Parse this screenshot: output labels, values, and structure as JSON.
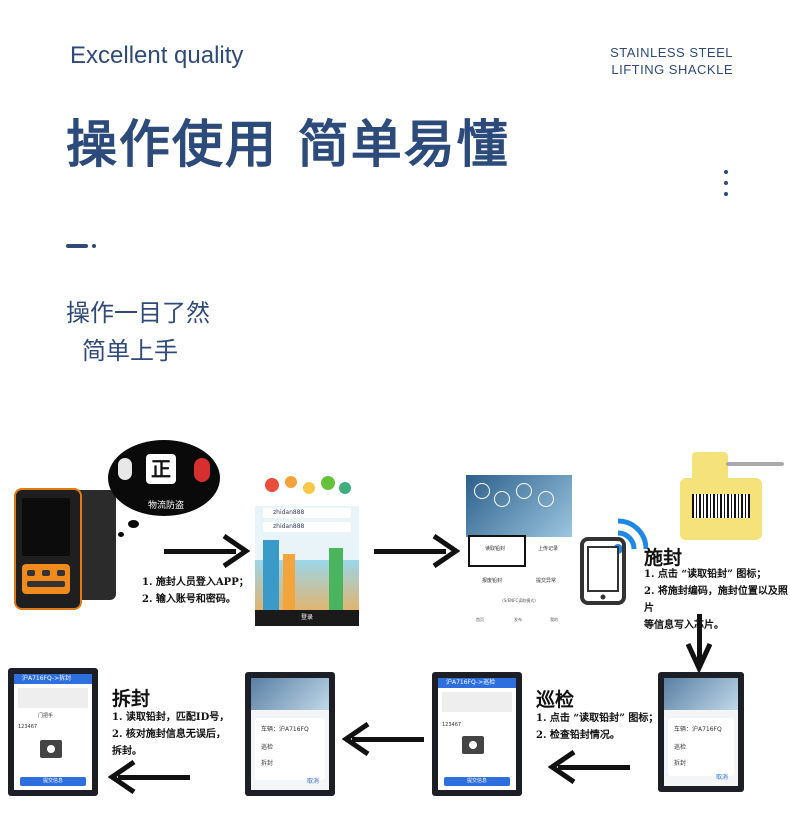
{
  "header": {
    "en_title": "Excellent quality",
    "tag_line1": "STAINLESS STEEL",
    "tag_line2": "LIFTING SHACKLE",
    "cn_title": "操作使用  简单易懂",
    "sub1": "操作一目了然",
    "sub2": "简单上手"
  },
  "bubble": {
    "label": "物流防盗",
    "logo_text": "正"
  },
  "login_screen": {
    "username": "zhidan888",
    "password": "zhidan888",
    "login_btn": "登录"
  },
  "app_screen": {
    "btn1": "读取铅封",
    "btn2": "上传记录",
    "caption1": "报废铅封",
    "caption2": "提交异常",
    "footer": "(S/ENFC读取模式)",
    "nav": [
      "首页",
      "发布",
      "我的"
    ]
  },
  "notes": {
    "login": [
      "1. 施封人员登入APP；",
      "2. 输入账号和密码。"
    ],
    "seal_title": "施封",
    "seal": [
      "1. 点击 “读取铅封” 图标；",
      "2. 将施封编码，施封位置以及照片",
      "等信息写入芯片。"
    ],
    "inspect_title": "巡检",
    "inspect": [
      "1. 点击 “读取铅封” 图标；",
      "2. 检查铅封情况。"
    ],
    "remove_title": "拆封",
    "remove": [
      "1. 读取铅封，匹配ID号，",
      "2. 核对施封信息无误后，",
      "拆封。"
    ]
  },
  "screens": {
    "plate_header": "沪A716FQ->拆封",
    "plate_header2": "沪A716FQ->巡检",
    "plate_dialog": "车辆：沪A716FQ",
    "option_inspect": "巡检",
    "option_remove": "拆封",
    "cancel": "取消",
    "confirm": "提交信息",
    "field_value": "123467",
    "door": "门把手"
  },
  "colors": {
    "accent": "#2f4a78",
    "phone_orange": "#f08a1c",
    "seal_yellow": "#f6e27a",
    "nfc_blue": "#1e88e5"
  }
}
